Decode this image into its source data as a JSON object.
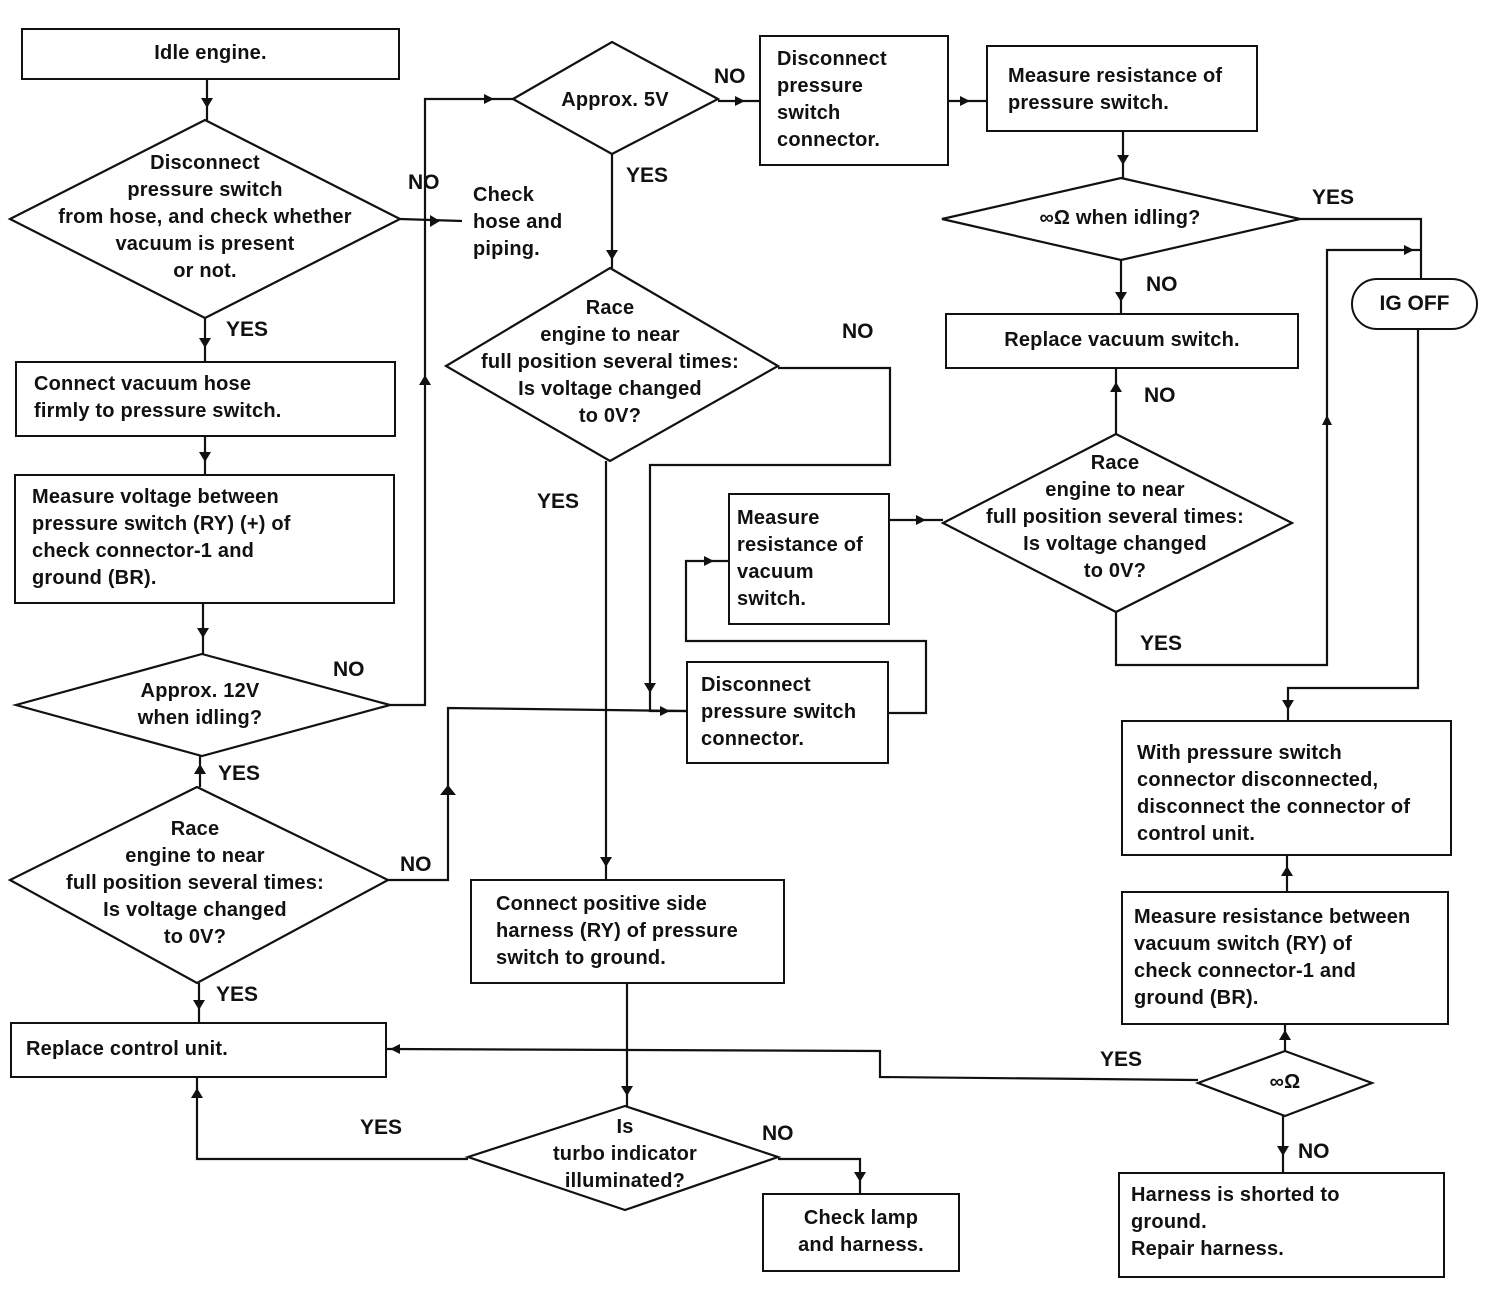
{
  "boxes": {
    "idle": "Idle engine.",
    "connect_hose": "Connect vacuum hose\nfirmly to pressure switch.",
    "measure_voltage": "Measure voltage between\npressure switch (RY) (+) of\ncheck connector-1 and\nground (BR).",
    "replace_control": "Replace control unit.",
    "check_hose": "Check\nhose and\npiping.",
    "disconnect_top": "Disconnect\npressure\nswitch\nconnector.",
    "measure_res_ps": "Measure resistance of\npressure switch.",
    "replace_vacuum": "Replace vacuum switch.",
    "measure_res_vs": "Measure\nresistance of\nvacuum\nswitch.",
    "disconnect_mid": "Disconnect\npressure switch\nconnector.",
    "connect_positive": "Connect positive side\nharness (RY) of pressure\nswitch to ground.",
    "check_lamp": "Check lamp\nand harness.",
    "with_ps_disconnected": "With pressure switch\nconnector disconnected,\ndisconnect the connector of\ncontrol unit.",
    "measure_res_between": "Measure resistance between\nvacuum switch (RY) of\ncheck connector-1 and\nground (BR).",
    "harness_shorted": "Harness is shorted to\nground.\nRepair harness."
  },
  "decisions": {
    "vacuum_present": "Disconnect\npressure switch\nfrom hose, and check whether\nvacuum is present\nor not.",
    "approx_12v": "Approx. 12V\nwhen idling?",
    "race_left": "Race\nengine to near\nfull position several times:\nIs voltage changed\nto 0V?",
    "approx_5v": "Approx. 5V",
    "race_mid": "Race\nengine to near\nfull position several times:\nIs voltage changed\nto 0V?",
    "inf_ohm_idling": "∞Ω when idling?",
    "race_right": "Race\nengine to near\nfull position several times:\nIs voltage changed\nto 0V?",
    "turbo": "Is\nturbo indicator\nilluminated?",
    "inf_ohm": "∞Ω"
  },
  "terminals": {
    "ig_off": "IG OFF"
  },
  "labels": {
    "yes_vacuum": "YES",
    "no_vacuum": "NO",
    "no_12v": "NO",
    "yes_12v": "YES",
    "no_race_left": "NO",
    "yes_race_left": "YES",
    "no_5v": "NO",
    "yes_5v": "YES",
    "no_race_mid": "NO",
    "yes_race_mid": "YES",
    "yes_inf_idling": "YES",
    "no_inf_idling": "NO",
    "no_race_right": "NO",
    "yes_race_right": "YES",
    "yes_turbo": "YES",
    "no_turbo": "NO",
    "yes_inf": "YES",
    "no_inf": "NO"
  }
}
